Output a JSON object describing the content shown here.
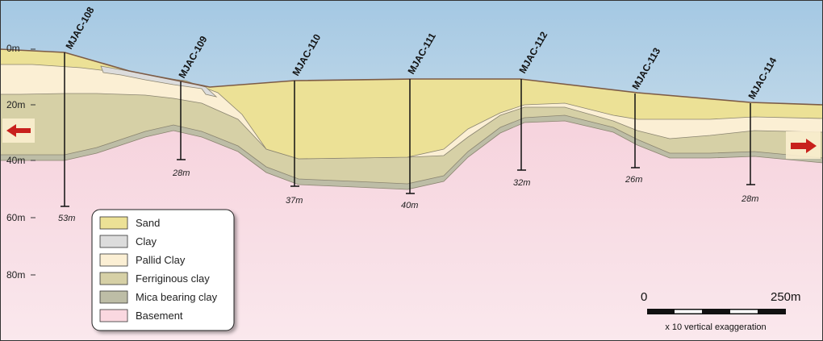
{
  "depth_axis": [
    "0m",
    "20m",
    "40m",
    "60m",
    "80m"
  ],
  "drillholes": [
    {
      "id": "MJAC-108",
      "total_depth": "53m"
    },
    {
      "id": "MJAC-109",
      "total_depth": "28m"
    },
    {
      "id": "MJAC-110",
      "total_depth": "37m"
    },
    {
      "id": "MJAC-111",
      "total_depth": "40m"
    },
    {
      "id": "MJAC-112",
      "total_depth": "32m"
    },
    {
      "id": "MJAC-113",
      "total_depth": "26m"
    },
    {
      "id": "MJAC-114",
      "total_depth": "28m"
    }
  ],
  "legend": [
    {
      "label": "Sand",
      "color": "#ece196"
    },
    {
      "label": "Clay",
      "color": "#dcdcdc"
    },
    {
      "label": "Pallid Clay",
      "color": "#fbefd4"
    },
    {
      "label": "Ferriginous clay",
      "color": "#d6d0a6"
    },
    {
      "label": "Mica bearing clay",
      "color": "#bdbda6"
    },
    {
      "label": "Basement",
      "color": "#fad8e0"
    }
  ],
  "scale_bar": {
    "start": "0",
    "end": "250m",
    "note": "x 10 vertical exaggeration"
  },
  "colors": {
    "sky_top": "#a4c8e3",
    "sky_bottom": "#f3f5f3",
    "basement_top": "#f6d3dd",
    "basement_bottom": "#fae8ed",
    "arrow": "#c8201c",
    "arrow_box": "#fbeecf"
  },
  "icons": [
    "arrow-left-icon",
    "arrow-right-icon"
  ]
}
